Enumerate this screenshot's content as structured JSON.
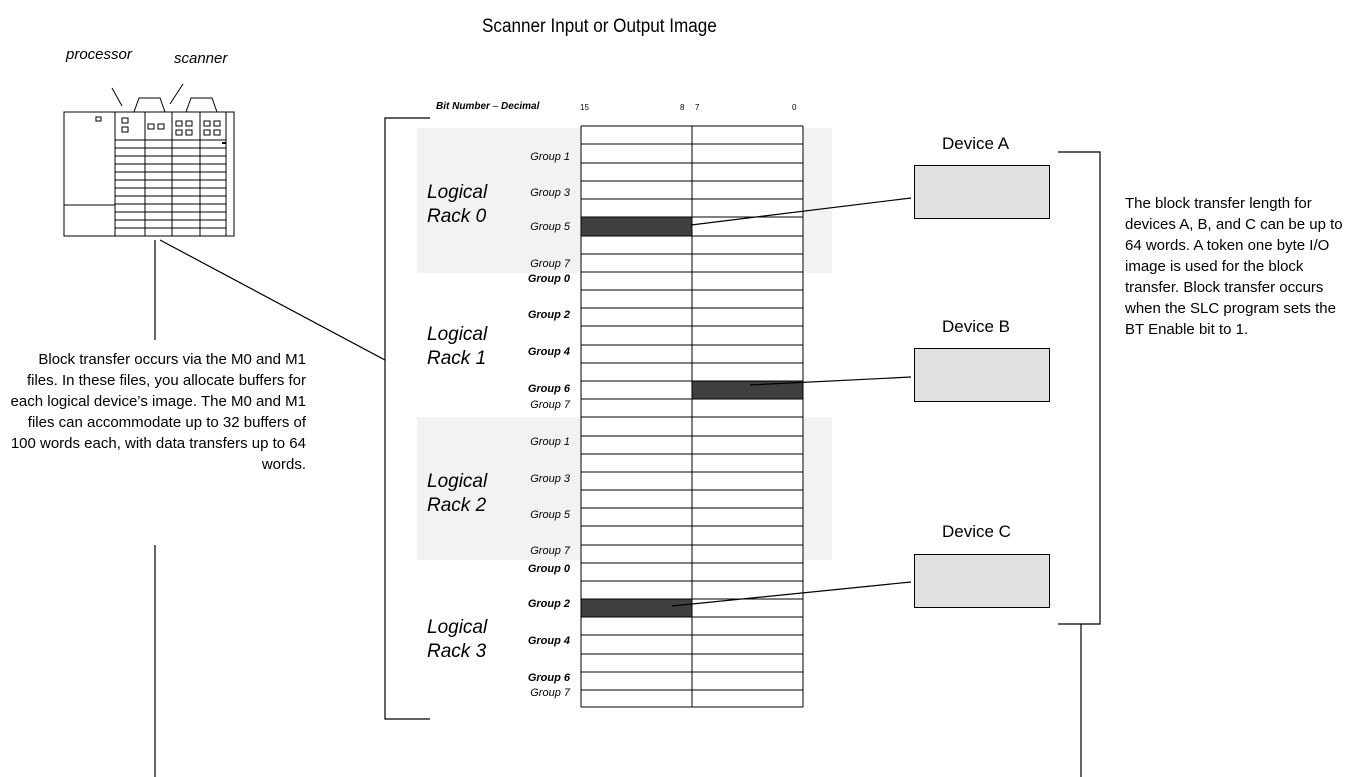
{
  "title": "Scanner Input or Output Image",
  "chassis": {
    "processor_label": "processor",
    "scanner_label": "scanner"
  },
  "bit_header": {
    "label": "Bit Number",
    "separator": "–",
    "suffix": "Decimal",
    "bits": [
      "15",
      "8",
      "7",
      "0"
    ]
  },
  "racks": [
    {
      "line1": "Logical",
      "line2": "Rack 0",
      "groups": [
        "Group 1",
        "Group 3",
        "Group 5",
        "Group 7"
      ]
    },
    {
      "line1": "Logical",
      "line2": "Rack 1",
      "groups": [
        "Group 0",
        "Group 2",
        "Group 4",
        "Group 6",
        "Group 7"
      ]
    },
    {
      "line1": "Logical",
      "line2": "Rack 2",
      "groups": [
        "Group 1",
        "Group 3",
        "Group 5",
        "Group 7"
      ]
    },
    {
      "line1": "Logical",
      "line2": "Rack 3",
      "groups": [
        "Group 0",
        "Group 2",
        "Group 4",
        "Group 6",
        "Group 7"
      ]
    }
  ],
  "devices": [
    "Device A",
    "Device B",
    "Device C"
  ],
  "left_note": "Block transfer occurs via the M0 and M1 files.  In these files, you allocate buffers for each logical device’s image.  The M0 and M1 files can accommodate up to 32 buffers of 100 words each, with data transfers up to 64 words.",
  "right_note": "The block transfer length for devices A, B, and C can be up to 64 words.  A token one byte I/O image is used for the block transfer.  Block transfer occurs when the SLC program sets the BT Enable bit to 1.",
  "colors": {
    "shade": "#f2f2f2",
    "device_fill": "#e0e0e0",
    "filled_byte": "#404040"
  }
}
